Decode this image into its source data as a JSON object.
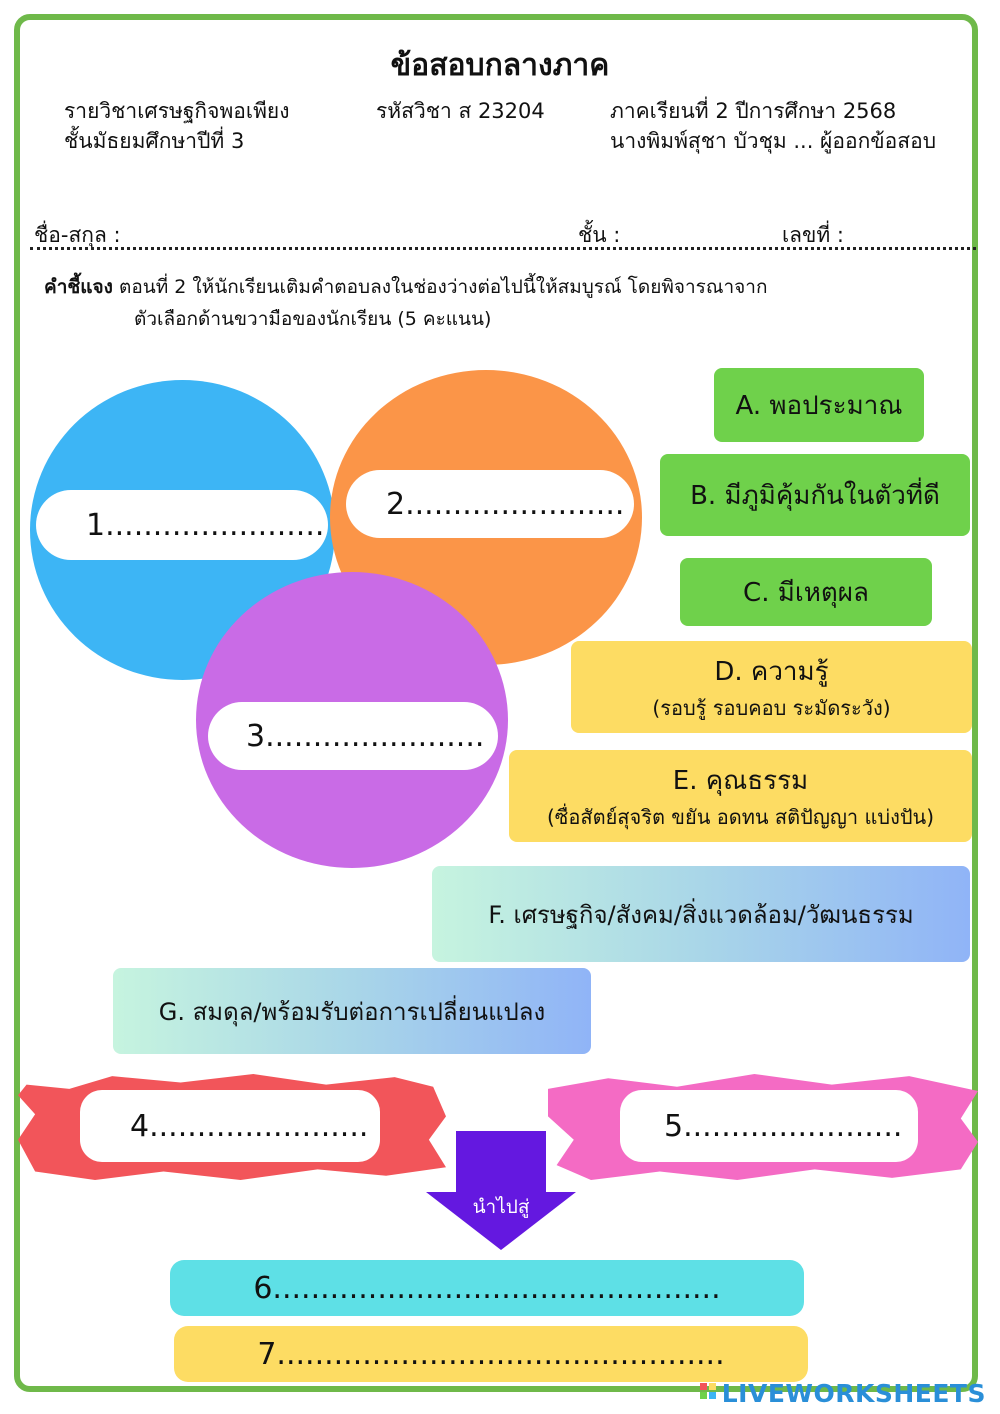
{
  "header": {
    "title": "ข้อสอบกลางภาค",
    "subject": "รายวิชาเศรษฐกิจพอเพียง",
    "level": "ชั้นมัธยมศึกษาปีที่ 3",
    "code": "รหัสวิชา ส 23204",
    "term": "ภาคเรียนที่ 2  ปีการศึกษา 2568",
    "author": "นางพิมพ์สุชา บัวชุม ... ผู้ออกข้อสอบ"
  },
  "student": {
    "name_label": "ชื่อ-สกุล :",
    "class_label": "ชั้น :",
    "number_label": "เลขที่ :"
  },
  "instructions": {
    "label": "คำชี้แจง",
    "line1": " ตอนที่ 2 ให้นักเรียนเติมคำตอบลงในช่องว่างต่อไปนี้ให้สมบูรณ์ โดยพิจารณาจาก",
    "line2": "ตัวเลือกด้านขวามือของนักเรียน (5 คะแนน)"
  },
  "blanks": {
    "b1": "1.......................",
    "b2": "2.......................",
    "b3": "3.......................",
    "b4": "4.......................",
    "b5": "5.......................",
    "b6": "6...............................................",
    "b7": "7..............................................."
  },
  "options": {
    "a": "A. พอประมาณ",
    "b": "B. มีภูมิคุ้มกันในตัวที่ดี",
    "c": "C. มีเหตุผล",
    "d_title": "D. ความรู้",
    "d_sub": "(รอบรู้ รอบคอบ ระมัดระวัง)",
    "e_title": "E. คุณธรรม",
    "e_sub": "(ซื่อสัตย์สุจริต ขยัน อดทน สติปัญญา แบ่งปัน)",
    "f": "F. เศรษฐกิจ/สังคม/สิ่งแวดล้อม/วัฒนธรรม",
    "g": "G. สมดุล/พร้อมรับต่อการเปลี่ยนแปลง"
  },
  "arrow_label": "นำไปสู่",
  "watermark": "LIVEWORKSHEETS",
  "colors": {
    "frame": "#6fb94a",
    "circle1": "#3db5f5",
    "circle2": "#fb9548",
    "circle3": "#c96be6",
    "green": "#6fd14b",
    "yellow": "#fddc63",
    "red": "#f2555a",
    "pink": "#f46bc4",
    "arrow": "#6418e0",
    "bar6": "#5ee0e6",
    "bar7": "#fddc63"
  }
}
